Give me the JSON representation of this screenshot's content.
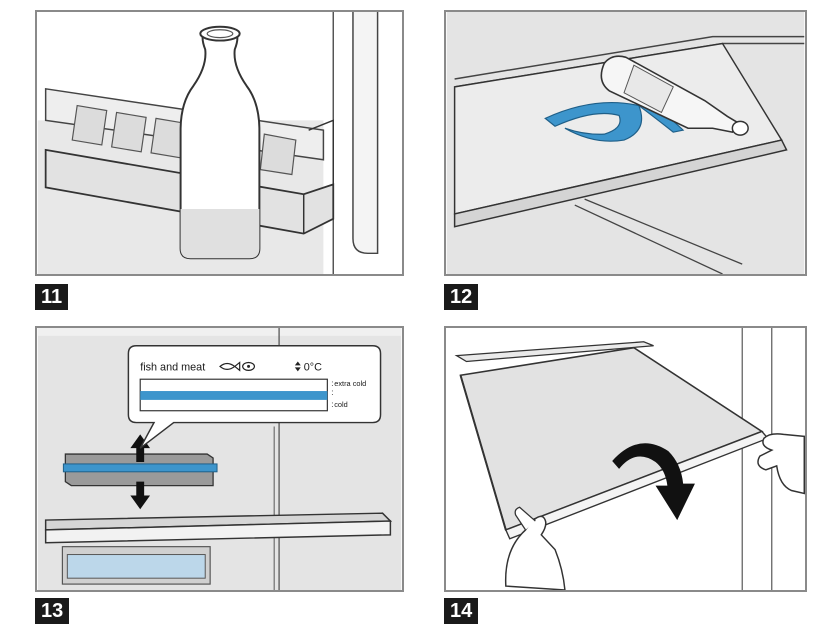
{
  "steps": [
    {
      "number": "11"
    },
    {
      "number": "12"
    },
    {
      "number": "13"
    },
    {
      "number": "14"
    }
  ],
  "control_label": {
    "title": "fish and meat",
    "temperature": "0°C",
    "extra_cold": "extra cold",
    "cold": "cold"
  },
  "colors": {
    "accent_blue": "#3d95cc",
    "panel_border": "#8a8a8a",
    "background_gray": "#e4e4e4"
  }
}
